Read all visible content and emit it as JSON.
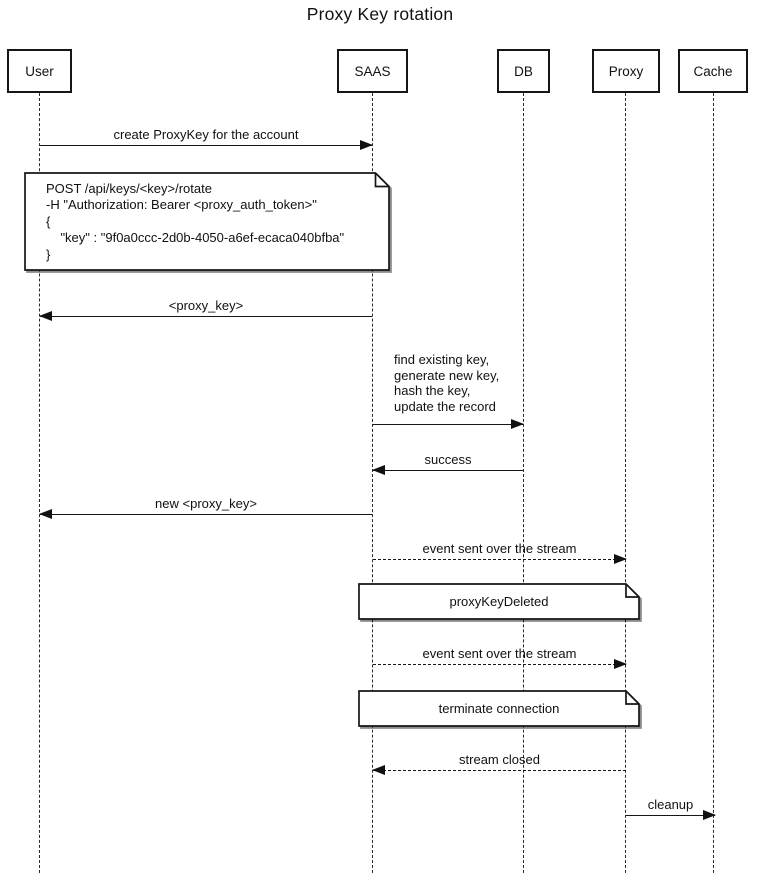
{
  "title": "Proxy Key rotation",
  "actors": [
    {
      "label": "User"
    },
    {
      "label": "SAAS"
    },
    {
      "label": "DB"
    },
    {
      "label": "Proxy"
    },
    {
      "label": "Cache"
    }
  ],
  "messages": [
    {
      "from": "User",
      "to": "SAAS",
      "style": "solid",
      "label": "create ProxyKey for the account"
    },
    {
      "from": "SAAS",
      "to": "User",
      "style": "solid",
      "label": "<proxy_key>"
    },
    {
      "from": "SAAS",
      "to": "DB",
      "style": "solid",
      "label": "find existing key,\ngenerate new key,\nhash the key,\nupdate the record"
    },
    {
      "from": "DB",
      "to": "SAAS",
      "style": "solid",
      "label": "success"
    },
    {
      "from": "SAAS",
      "to": "User",
      "style": "solid",
      "label": "new <proxy_key>"
    },
    {
      "from": "SAAS",
      "to": "Proxy",
      "style": "dashed",
      "label": "event sent over the stream"
    },
    {
      "from": "SAAS",
      "to": "Proxy",
      "style": "dashed",
      "label": "event sent over the stream"
    },
    {
      "from": "Proxy",
      "to": "SAAS",
      "style": "dashed",
      "label": "stream closed"
    },
    {
      "from": "Proxy",
      "to": "Cache",
      "style": "solid",
      "label": "cleanup"
    }
  ],
  "notes": [
    {
      "text": "POST /api/keys/<key>/rotate\n-H \"Authorization: Bearer <proxy_auth_token>\"\n{\n    \"key\" : \"9f0a0ccc-2d0b-4050-a6ef-ecaca040bfba\"\n}"
    },
    {
      "text": "proxyKeyDeleted"
    },
    {
      "text": "terminate connection"
    }
  ],
  "colors": {
    "line": "#161616",
    "text": "#111111",
    "background": "#ffffff",
    "note_fill": "#ffffff"
  }
}
